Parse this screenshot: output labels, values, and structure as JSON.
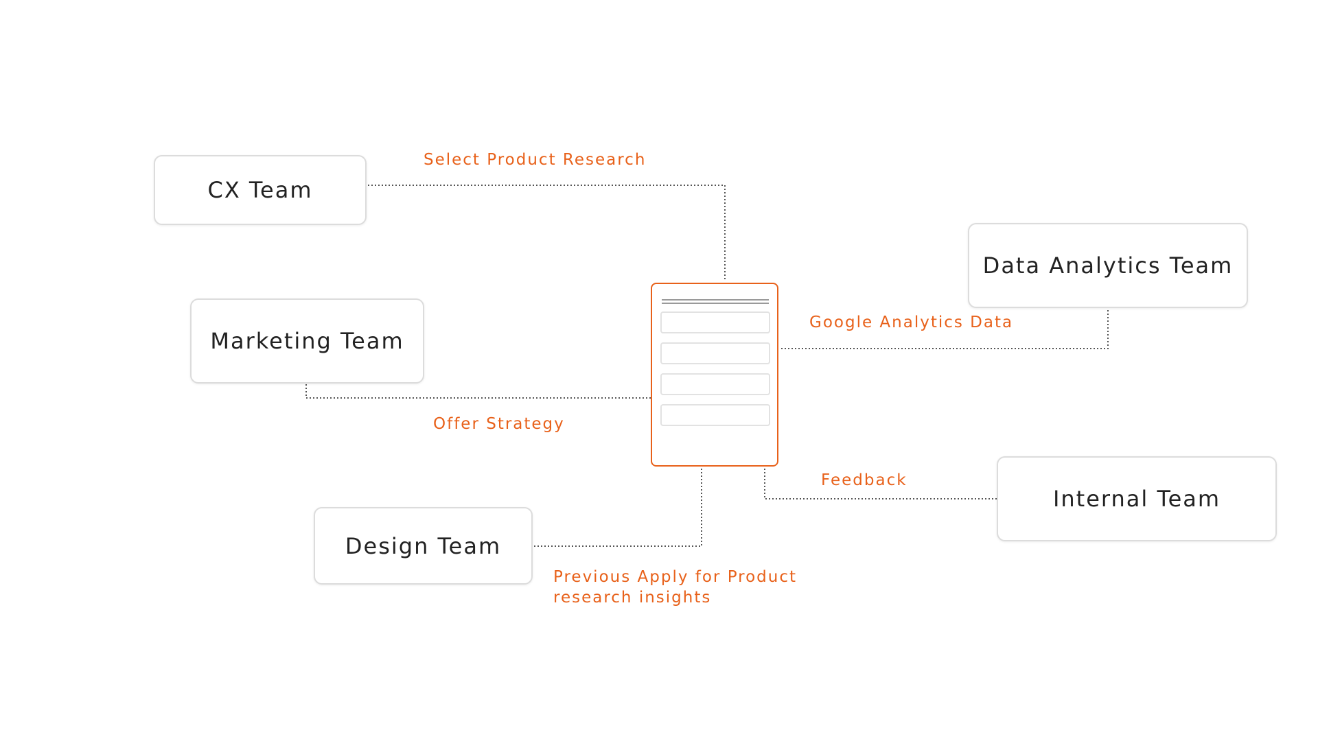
{
  "teams": {
    "cx": "CX Team",
    "marketing": "Marketing Team",
    "design": "Design Team",
    "data_analytics": "Data Analytics Team",
    "internal": "Internal Team"
  },
  "flows": {
    "cx_to_doc": "Select Product Research",
    "marketing_to_doc": "Offer Strategy",
    "design_to_doc_line1": "Previous Apply for Product",
    "design_to_doc_line2": "research insights",
    "analytics_to_doc": "Google Analytics Data",
    "internal_to_doc": "Feedback"
  },
  "colors": {
    "accent": "#e8611a",
    "connector": "#555555",
    "box_border": "#dcdcdc",
    "text": "#222222"
  }
}
